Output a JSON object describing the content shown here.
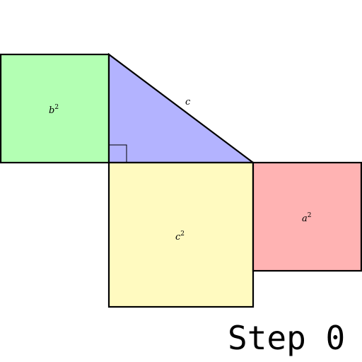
{
  "figure": {
    "triangle": {
      "hypotenuse_label": "c",
      "color": "#b3b3ff",
      "right_angle_marker": true
    },
    "squares": [
      {
        "id": "b-square",
        "variable": "b",
        "exponent": "2",
        "color": "#b3ffb3"
      },
      {
        "id": "c-square",
        "variable": "c",
        "exponent": "2",
        "color": "#fffac0"
      },
      {
        "id": "a-square",
        "variable": "a",
        "exponent": "2",
        "color": "#ffb3b3"
      }
    ],
    "stroke_color": "#000000"
  },
  "step": {
    "label": "Step 0"
  }
}
